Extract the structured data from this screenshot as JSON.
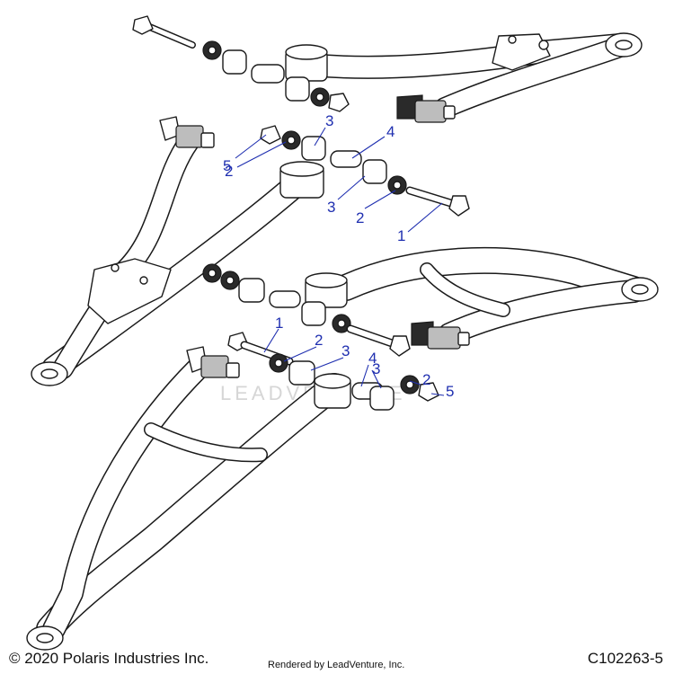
{
  "diagram": {
    "callouts": [
      {
        "label": "3"
      },
      {
        "label": "4"
      },
      {
        "label": "5"
      },
      {
        "label": "2"
      },
      {
        "label": "3"
      },
      {
        "label": "2"
      },
      {
        "label": "1"
      },
      {
        "label": "1"
      },
      {
        "label": "2"
      },
      {
        "label": "3"
      },
      {
        "label": "4"
      },
      {
        "label": "3"
      },
      {
        "label": "2"
      },
      {
        "label": "5"
      }
    ],
    "watermark": "LEADVENTURE"
  },
  "footer": {
    "copyright": "© 2020 Polaris Industries Inc.",
    "rendered_by": "Rendered by LeadVenture, Inc.",
    "part_number": "C102263-5"
  }
}
